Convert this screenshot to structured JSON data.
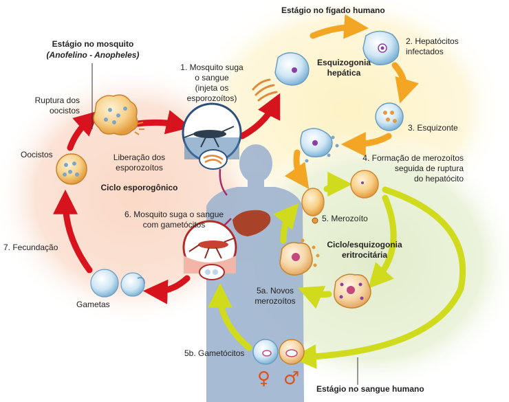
{
  "labels": {
    "stage_mosquito": "Estágio no mosquito",
    "stage_mosquito_species": "(Anofelino - Anopheles)",
    "stage_liver": "Estágio no fígado humano",
    "stage_blood": "Estágio no sangue humano",
    "cycle_sporogonic": "Ciclo esporogônico",
    "cycle_hepatic": "Esquizogonia\nhepática",
    "cycle_erythrocytic": "Ciclo/esquizogonia\neritrocitária",
    "release_sporozoites": "Liberação dos\nesporozoítos",
    "oocyst_rupture": "Ruptura dos\noocistos",
    "oocysts": "Oocistos",
    "gametes": "Gametas",
    "step1": "1. Mosquito suga\no sangue\n(injeta os\nesporozoítos)",
    "step2": "2. Hepatócitos\ninfectados",
    "step3": "3. Esquizonte",
    "step4": "4. Formação de merozoítos\nseguida de ruptura\ndo hepatócito",
    "step5": "5. Merozoíto",
    "step5a": "5a. Novos\nmerozoítos",
    "step5b": "5b. Gametócitos",
    "step6": "6. Mosquito suga o sangue\ncom gametócitos",
    "step7": "7. Fecundação"
  },
  "symbols": {
    "female": "♀",
    "male": "♂"
  },
  "colors": {
    "red_arrow": "#d7141e",
    "orange_arrow": "#f3a623",
    "green_arrow": "#cfdb1c",
    "zone_mosquito": "#fad6c4",
    "zone_liver": "#fdf4cc",
    "zone_blood": "#e6f0cf"
  }
}
